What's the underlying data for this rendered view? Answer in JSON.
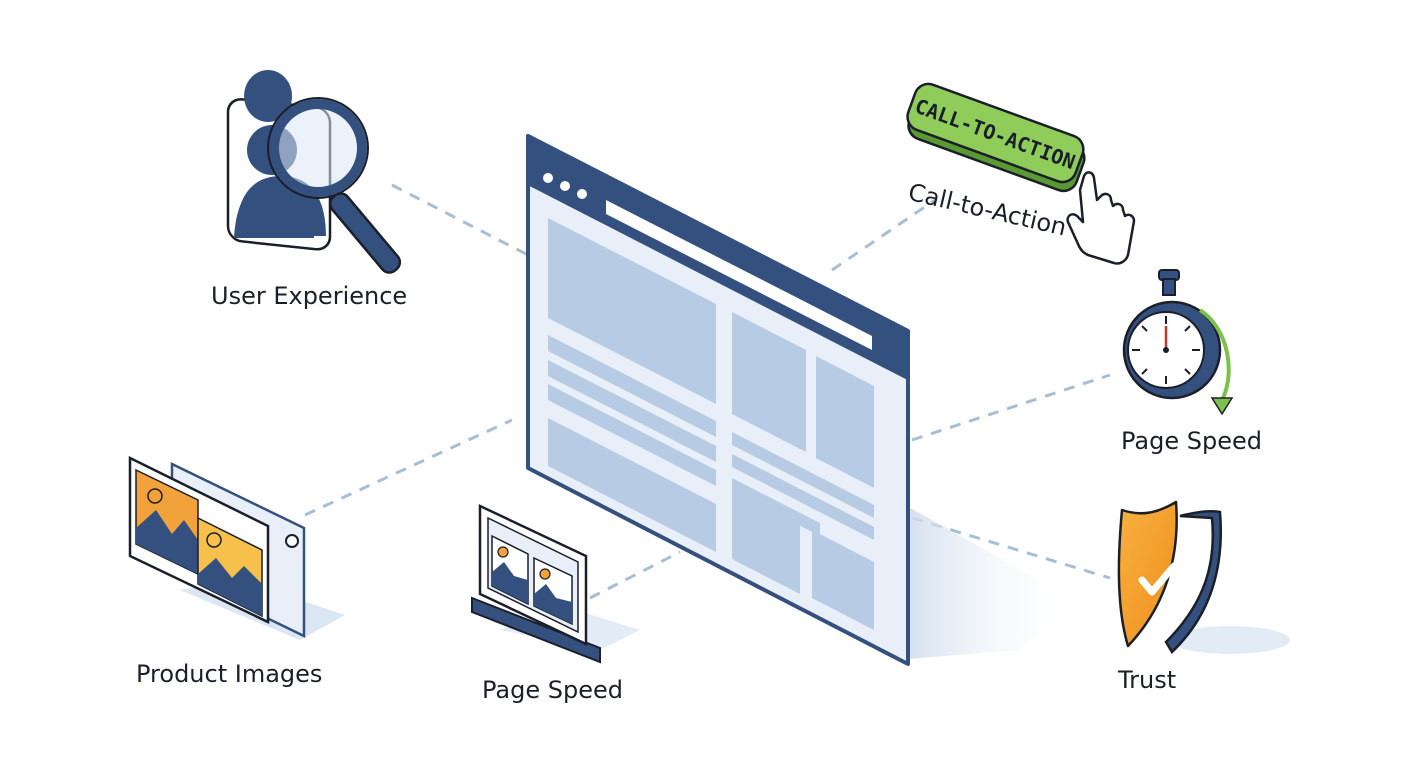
{
  "labels": {
    "user_experience": "User Experience",
    "call_to_action": "Call-to-Action",
    "page_speed_right": "Page Speed",
    "product_images": "Product Images",
    "page_speed_bottom": "Page Speed",
    "trust": "Trust"
  },
  "cta_button_text": "CALL-TO-ACTION",
  "icons": {
    "user_experience": "magnifier-person-icon",
    "call_to_action": "cta-button-hand-icon",
    "page_speed_right": "stopwatch-icon",
    "product_images": "image-stack-icon",
    "page_speed_bottom": "monitor-images-icon",
    "trust": "shield-check-icon"
  },
  "colors": {
    "navy": "#34507e",
    "light_blue": "#b7cbe4",
    "pale_blue": "#e9eff8",
    "green": "#7cc14a",
    "orange": "#f2a23a",
    "connector": "#a9bdd3"
  }
}
